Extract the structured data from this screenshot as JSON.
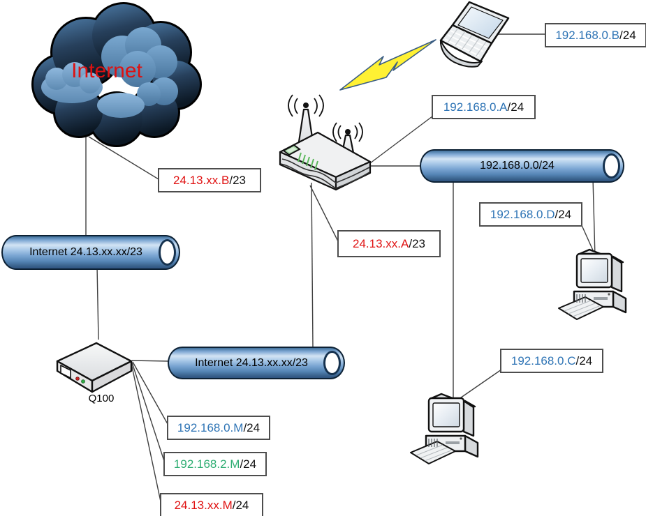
{
  "colors": {
    "ip_blue": "#2E74B5",
    "ip_green": "#2FAE73",
    "ip_red": "#E01212",
    "cloud_text_red": "#DD1111",
    "pipe_blue": "#6f9fd0",
    "bolt_yellow": "#FFF133"
  },
  "cloud": {
    "label": "Internet"
  },
  "devices": {
    "modem_label": "Q100"
  },
  "segments": {
    "wan_left": "Internet 24.13.xx.xx/23",
    "wan_mid": "Internet 24.13.xx.xx/23",
    "lan": "192.168.0.0/24"
  },
  "ip_labels": {
    "laptop_b": {
      "ip": "192.168.0.B",
      "mask": "/24"
    },
    "router_lan_a": {
      "ip": "192.168.0.A",
      "mask": "/24"
    },
    "cloud_wan_b": {
      "ip": "24.13.xx.B",
      "mask": "/23"
    },
    "router_wan_a": {
      "ip": "24.13.xx.A",
      "mask": "/23"
    },
    "pc_d": {
      "ip": "192.168.0.D",
      "mask": "/24"
    },
    "pc_c": {
      "ip": "192.168.0.C",
      "mask": "/24"
    },
    "modem_lan_0": {
      "ip": "192.168.0.M",
      "mask": "/24"
    },
    "modem_lan_2": {
      "ip": "192.168.2.M",
      "mask": "/24"
    },
    "modem_wan": {
      "ip": "24.13.xx.M",
      "mask": "/24"
    }
  }
}
